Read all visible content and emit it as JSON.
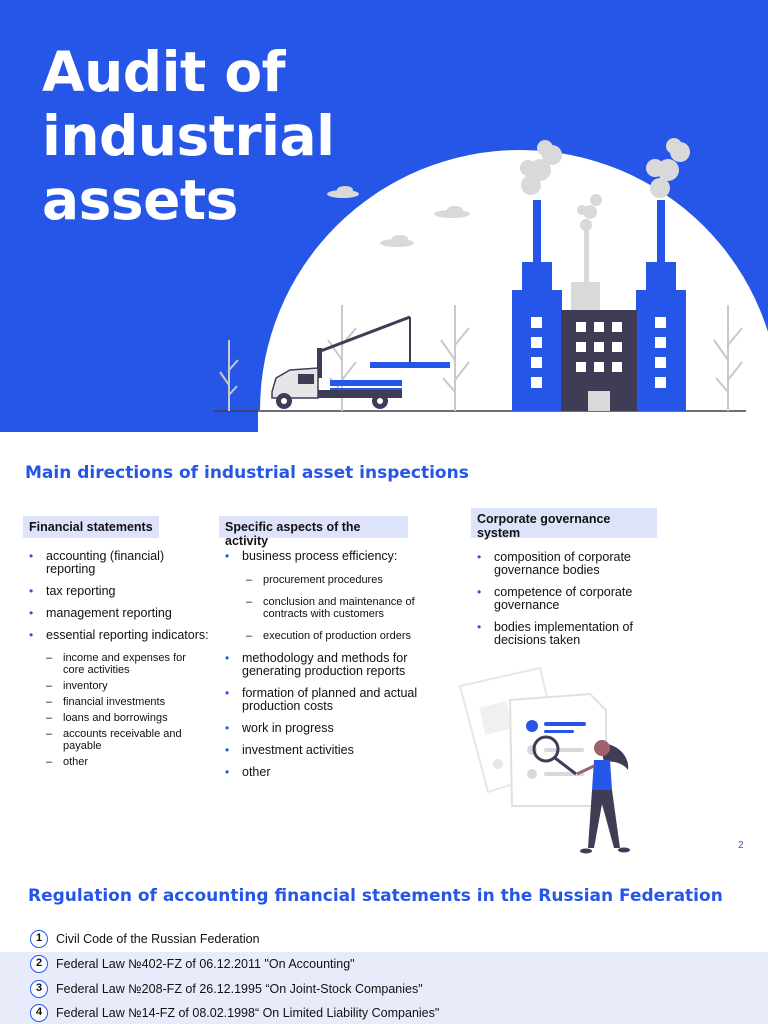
{
  "hero": {
    "title_lines": [
      "Audit of",
      "industrial",
      "assets"
    ]
  },
  "section1": {
    "title": "Main directions of industrial asset inspections",
    "columns": [
      {
        "heading": "Financial statements",
        "items": [
          "accounting (financial) reporting",
          "tax reporting",
          "management reporting",
          "essential reporting indicators:"
        ],
        "subitems": [
          "income and expenses for core activities",
          "inventory",
          "financial investments",
          "loans and borrowings",
          "accounts receivable and payable",
          "other"
        ]
      },
      {
        "heading": "Specific aspects of the activity",
        "first_item": "business process efficiency:",
        "subitems": [
          "procurement procedures",
          "conclusion and maintenance of contracts with customers",
          "execution of production orders"
        ],
        "items": [
          "methodology and methods for generating production reports",
          "formation of planned and actual production costs",
          "work in progress",
          "investment activities",
          "other"
        ]
      },
      {
        "heading": "Corporate governance system",
        "items": [
          "composition of corporate governance bodies",
          "competence of corporate governance",
          "bodies implementation of decisions taken"
        ]
      }
    ]
  },
  "page_number": "2",
  "section2": {
    "title": "Regulation of accounting financial statements in the Russian Federation",
    "items": [
      {
        "num": "1",
        "text": "Civil Code of the Russian Federation"
      },
      {
        "num": "2",
        "text": "Federal Law №402-FZ of 06.12.2011 \"On Accounting\""
      },
      {
        "num": "3",
        "text": "Federal Law №208-FZ of 26.12.1995 “On Joint-Stock Companies\""
      },
      {
        "num": "4",
        "text": "Federal Law №14-FZ of 08.02.1998“ On Limited Liability Companies\""
      }
    ]
  },
  "colors": {
    "accent": "#2656e8",
    "dark": "#3f3d56",
    "highlight": "#dde3fa"
  },
  "icons": [
    "factory-illustration",
    "crane-truck-illustration",
    "cloud-icon",
    "tree-icon",
    "magnifier-icon",
    "document-icon",
    "person-illustration"
  ]
}
